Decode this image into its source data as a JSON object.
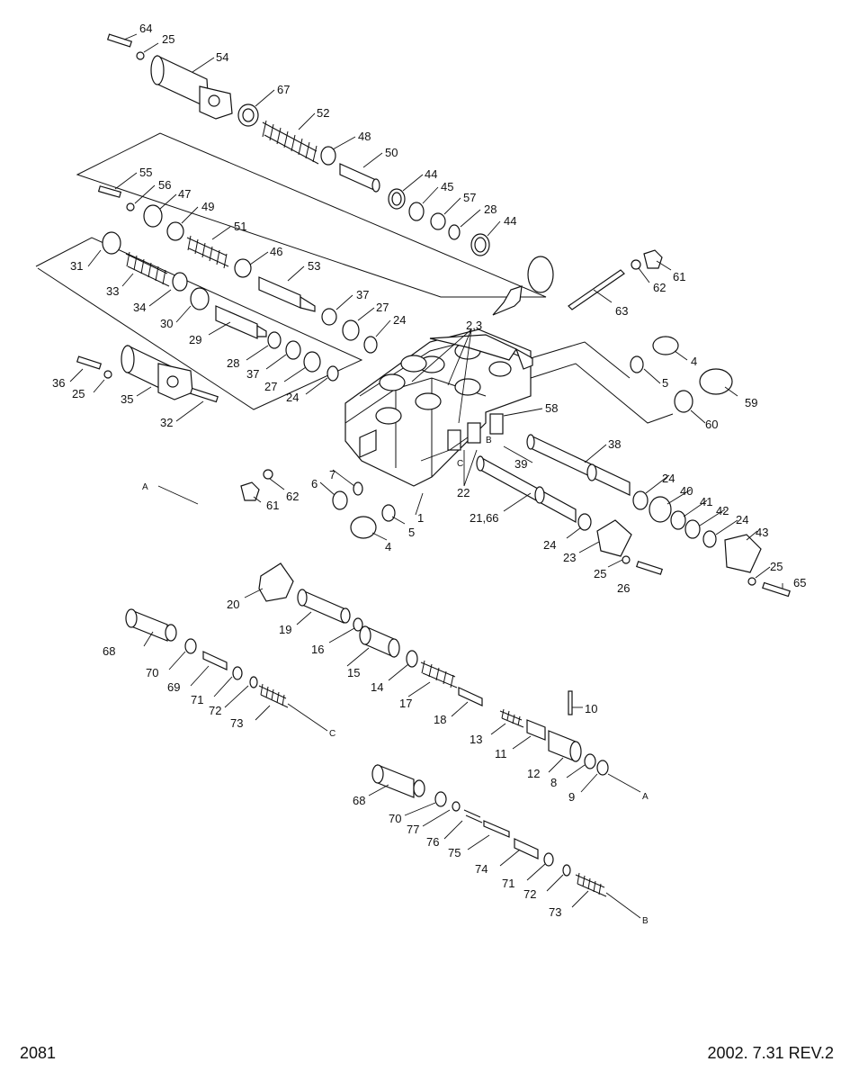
{
  "footer": {
    "page_number": "2081",
    "revision": "2002. 7.31  REV.2"
  },
  "diagram": {
    "callouts": {
      "n64": "64",
      "n25a": "25",
      "n54": "54",
      "n67": "67",
      "n52": "52",
      "n48": "48",
      "n50": "50",
      "n44a": "44",
      "n45": "45",
      "n57": "57",
      "n28a": "28",
      "n44b": "44",
      "n55": "55",
      "n56": "56",
      "n47": "47",
      "n49": "49",
      "n51": "51",
      "n46": "46",
      "n53": "53",
      "n37a": "37",
      "n27a": "27",
      "n24a": "24",
      "n23": "2,3",
      "n31": "31",
      "n33": "33",
      "n34": "34",
      "n30": "30",
      "n29": "29",
      "n28b": "28",
      "n37b": "37",
      "n27b": "27",
      "n24b": "24",
      "n36": "36",
      "n25b": "25",
      "n35": "35",
      "n32": "32",
      "n61a": "61",
      "n62a": "62",
      "n63": "63",
      "n4a": "4",
      "n5a": "5",
      "n59": "59",
      "n60": "60",
      "n58": "58",
      "n38": "38",
      "n39": "39",
      "n22": "22",
      "n2166": "21,66",
      "n24c": "24",
      "n40": "40",
      "n41": "41",
      "n42": "42",
      "n24d": "24",
      "n43": "43",
      "n24e": "24",
      "n23b": "23",
      "n25c": "25",
      "n26": "26",
      "n25d": "25",
      "n65": "65",
      "n7": "7",
      "n6": "6",
      "n62b": "62",
      "n61b": "61",
      "n1": "1",
      "n5b": "5",
      "n4b": "4",
      "n20": "20",
      "n19": "19",
      "n16": "16",
      "n15": "15",
      "n14": "14",
      "n17": "17",
      "n18": "18",
      "n13": "13",
      "n10": "10",
      "n11": "11",
      "n12": "12",
      "n8": "8",
      "n9": "9",
      "n68a": "68",
      "n70a": "70",
      "n69": "69",
      "n71a": "71",
      "n72a": "72",
      "n73a": "73",
      "n68b": "68",
      "n70b": "70",
      "n77": "77",
      "n76": "76",
      "n75": "75",
      "n74": "74",
      "n71b": "71",
      "n72b": "72",
      "n73b": "73",
      "refA1": "A",
      "refA2": "A",
      "refB1": "B",
      "refB2": "B",
      "refC1": "C",
      "refC2": "C"
    }
  }
}
